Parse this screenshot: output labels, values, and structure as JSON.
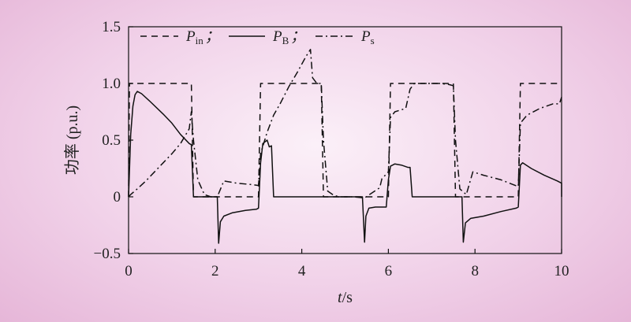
{
  "chart_data": {
    "type": "line",
    "title": "",
    "xlabel": {
      "var": "t",
      "unit": "/s"
    },
    "ylabel": "功率 (p.u.)",
    "xlim": [
      0,
      10
    ],
    "ylim": [
      -0.5,
      1.5
    ],
    "xticks": [
      0,
      2,
      4,
      6,
      8,
      10
    ],
    "xtick_labels": [
      "0",
      "2",
      "4",
      "6",
      "8",
      "10"
    ],
    "yticks": [
      -0.5,
      0,
      0.5,
      1.0,
      1.5
    ],
    "ytick_labels": [
      "−0.5",
      "0",
      "0.5",
      "1.0",
      "1.5"
    ],
    "grid": false,
    "legend_position": "top",
    "series": [
      {
        "name": "Pin",
        "name_main": "P",
        "name_sub": "in",
        "separator": "；",
        "style": "dashed",
        "color": "#111111",
        "x": [
          0,
          0.02,
          1.45,
          1.5,
          3.0,
          3.05,
          4.45,
          4.5,
          6.0,
          6.05,
          7.5,
          7.55,
          9.0,
          9.05,
          10.0
        ],
        "y": [
          0,
          1.0,
          1.0,
          0,
          0,
          1.0,
          1.0,
          0,
          0,
          1.0,
          1.0,
          0,
          0,
          1.0,
          1.0
        ]
      },
      {
        "name": "PB",
        "name_main": "P",
        "name_sub": "B",
        "separator": "；",
        "style": "solid",
        "color": "#111111",
        "x": [
          0,
          0.05,
          0.1,
          0.15,
          0.2,
          0.3,
          0.5,
          0.8,
          1.0,
          1.2,
          1.4,
          1.45,
          1.5,
          1.55,
          2.05,
          2.08,
          2.12,
          2.2,
          2.4,
          2.7,
          2.95,
          3.0,
          3.05,
          3.1,
          3.2,
          3.25,
          3.3,
          3.35,
          4.0,
          5.4,
          5.45,
          5.48,
          5.55,
          5.7,
          5.9,
          5.95,
          6.0,
          6.05,
          6.15,
          6.3,
          6.45,
          6.5,
          6.55,
          7.0,
          7.7,
          7.73,
          7.78,
          7.9,
          8.2,
          8.6,
          8.95,
          9.0,
          9.05,
          9.1,
          9.3,
          9.6,
          9.9,
          10.0,
          10.0
        ],
        "y": [
          0,
          0.55,
          0.8,
          0.9,
          0.93,
          0.91,
          0.84,
          0.73,
          0.65,
          0.55,
          0.47,
          0.46,
          0,
          0,
          0,
          -0.41,
          -0.22,
          -0.17,
          -0.14,
          -0.12,
          -0.11,
          -0.1,
          0.3,
          0.47,
          0.5,
          0.44,
          0.45,
          0,
          0,
          0,
          -0.4,
          -0.17,
          -0.1,
          -0.09,
          -0.09,
          -0.09,
          0.15,
          0.27,
          0.29,
          0.28,
          0.26,
          0.26,
          0,
          0,
          0,
          -0.4,
          -0.23,
          -0.19,
          -0.17,
          -0.13,
          -0.1,
          -0.09,
          0.28,
          0.3,
          0.25,
          0.19,
          0.14,
          0.12,
          0
        ]
      },
      {
        "name": "Ps",
        "name_main": "P",
        "name_sub": "s",
        "separator": "",
        "style": "dashdot",
        "color": "#111111",
        "x": [
          0,
          0.05,
          0.2,
          0.4,
          0.6,
          0.8,
          1.0,
          1.2,
          1.4,
          1.45,
          1.5,
          1.6,
          1.75,
          1.9,
          2.05,
          2.2,
          2.5,
          2.8,
          3.0,
          3.05,
          3.2,
          3.35,
          3.5,
          3.7,
          3.9,
          4.1,
          4.2,
          4.25,
          4.35,
          4.45,
          4.5,
          4.6,
          4.75,
          4.9,
          5.2,
          5.45,
          5.8,
          5.85,
          6.0,
          6.05,
          6.15,
          6.4,
          6.5,
          6.6,
          6.8,
          7.2,
          7.4,
          7.5,
          7.55,
          7.65,
          7.8,
          7.95,
          8.2,
          8.6,
          9.0,
          9.05,
          9.2,
          9.5,
          9.8,
          9.95,
          10.0
        ],
        "y": [
          0,
          0.02,
          0.07,
          0.14,
          0.22,
          0.3,
          0.38,
          0.47,
          0.6,
          0.75,
          0.5,
          0.15,
          0.02,
          0,
          0,
          0.14,
          0.12,
          0.11,
          0.1,
          0.38,
          0.57,
          0.72,
          0.82,
          0.97,
          1.1,
          1.24,
          1.3,
          1.05,
          1.0,
          1.0,
          0.5,
          0.05,
          0.01,
          0,
          0,
          -0.01,
          0.08,
          0.16,
          0.22,
          0.7,
          0.75,
          0.78,
          0.95,
          1.0,
          1.0,
          1.0,
          0.99,
          0.98,
          0.5,
          0.07,
          0.02,
          0.22,
          0.19,
          0.15,
          0.09,
          0.65,
          0.72,
          0.78,
          0.82,
          0.82,
          0.88
        ]
      }
    ]
  }
}
